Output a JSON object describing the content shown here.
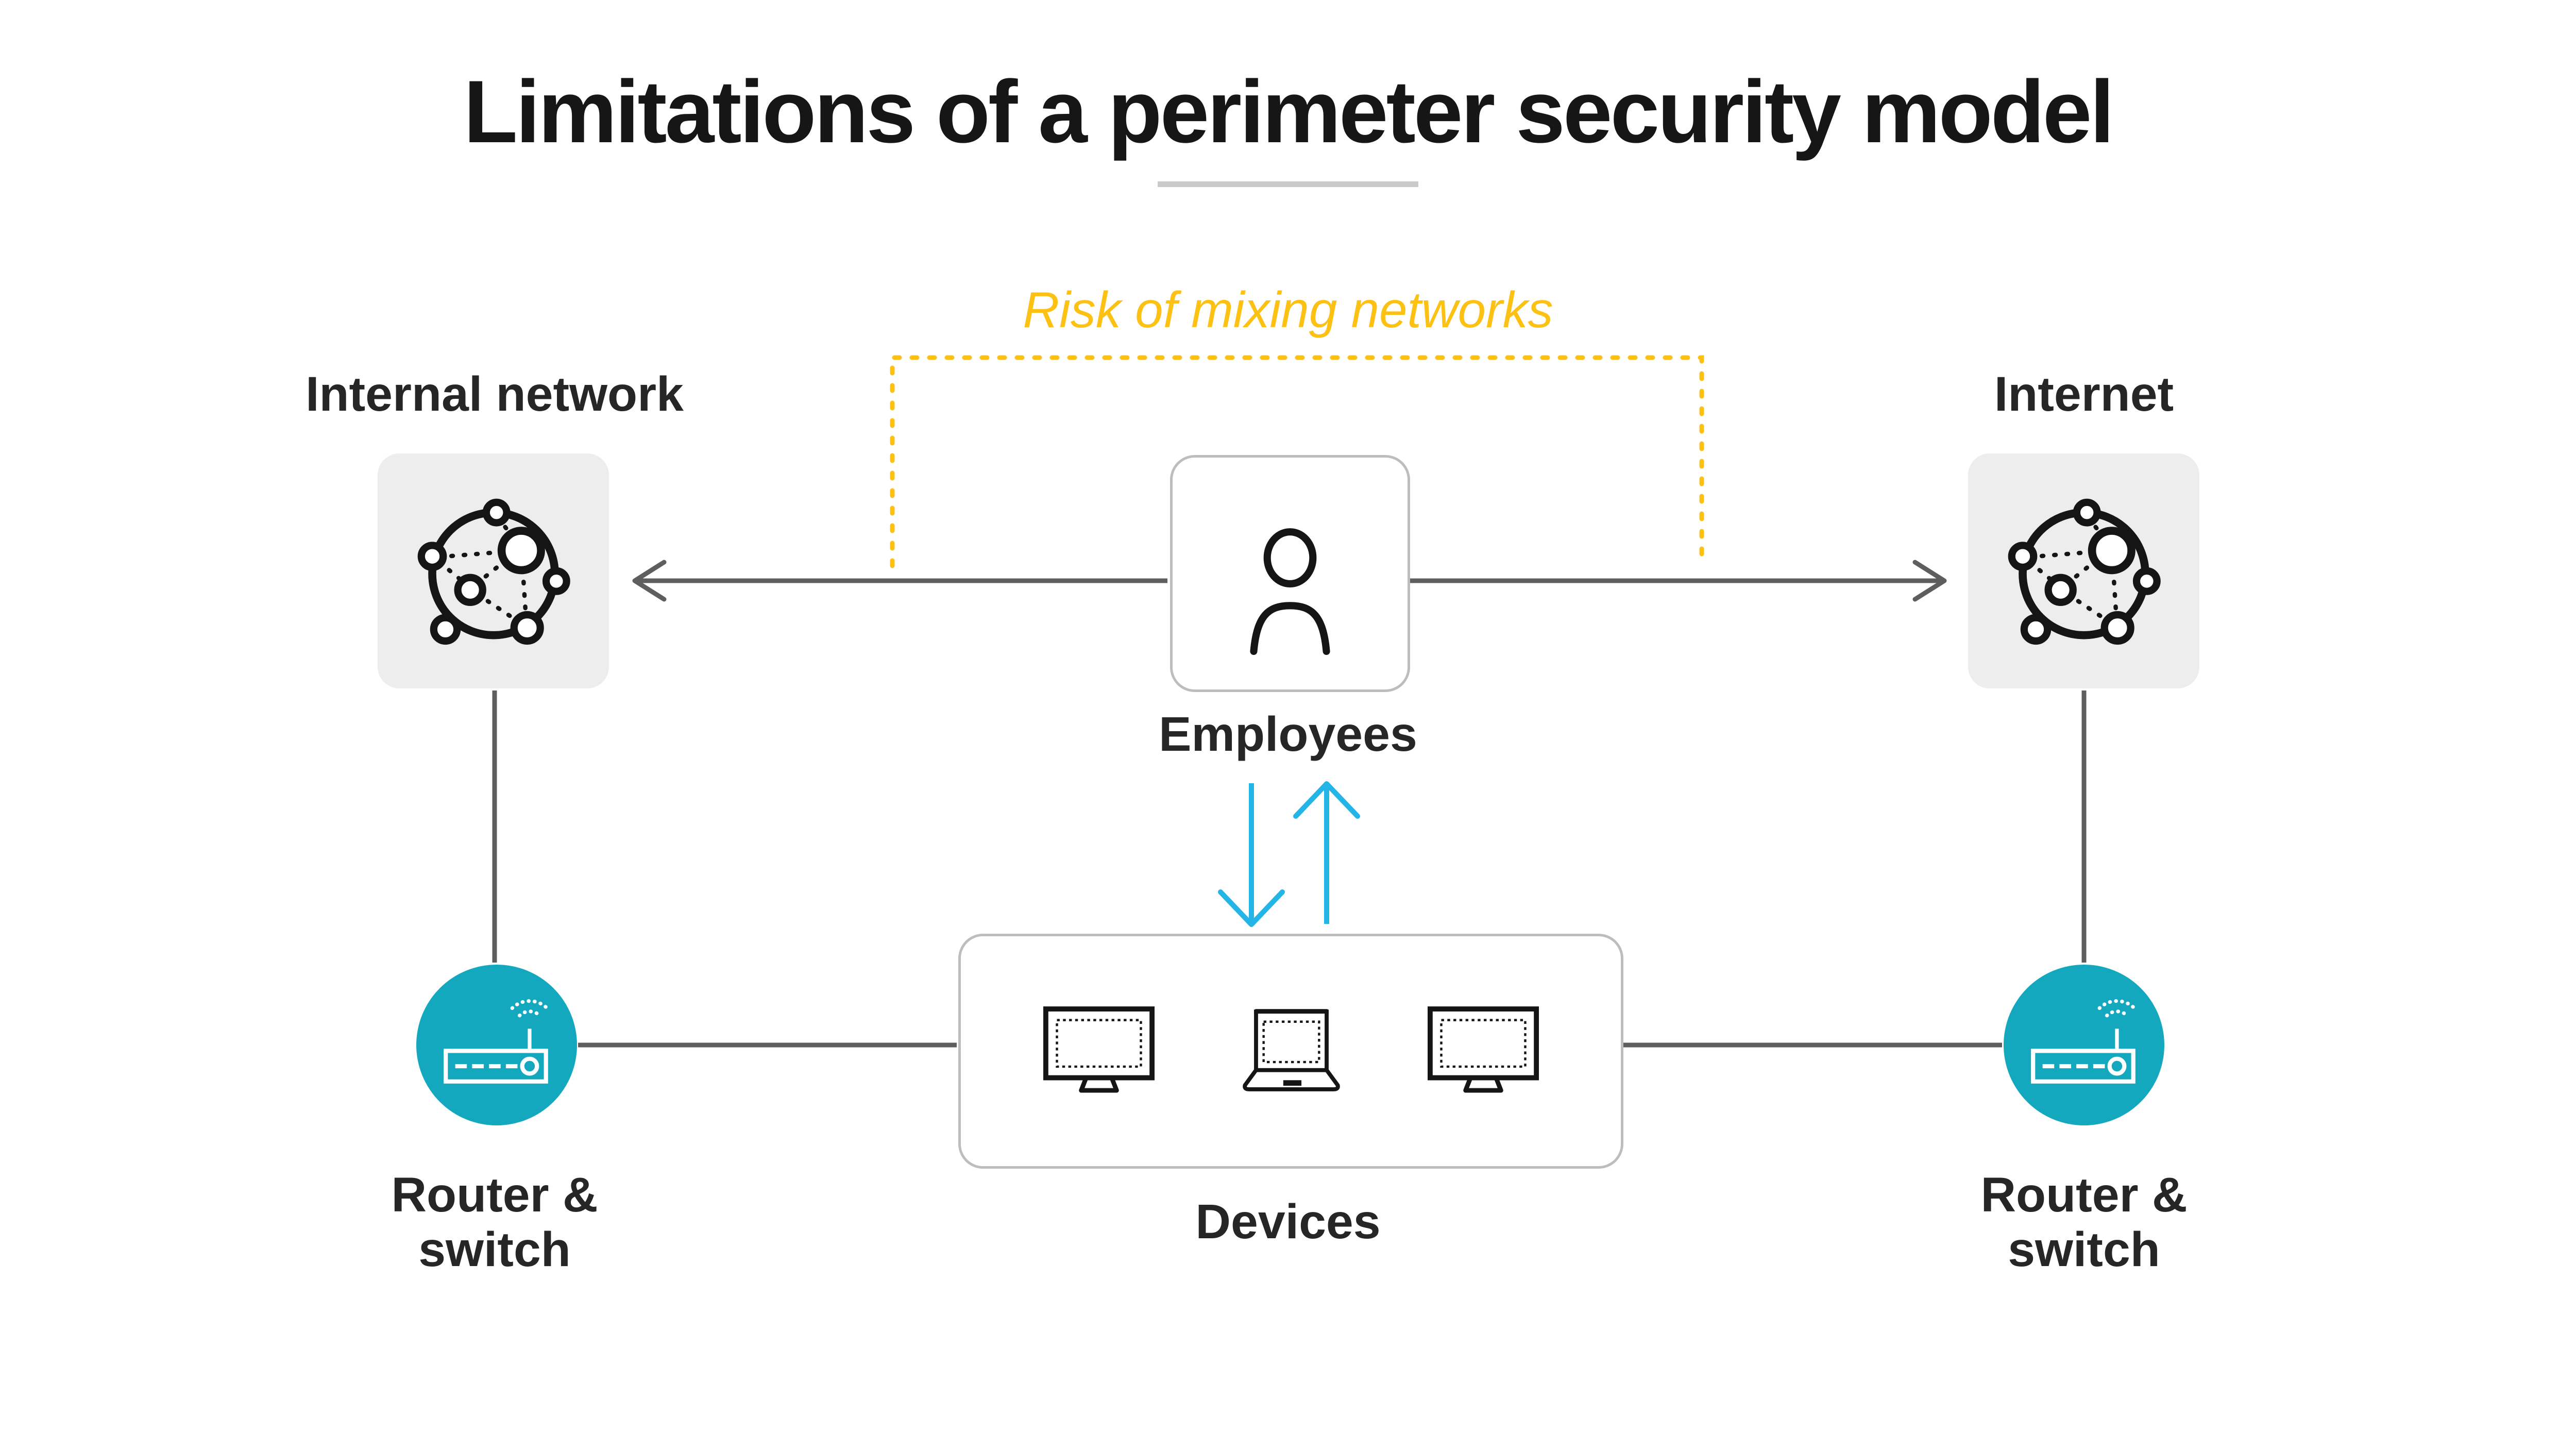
{
  "title": "Limitations of a perimeter security model",
  "risk_annotation": "Risk of mixing networks",
  "labels": {
    "internal_network": "Internal network",
    "internet": "Internet",
    "employees": "Employees",
    "devices": "Devices",
    "router_switch_left": "Router & switch",
    "router_switch_right": "Router & switch"
  },
  "icons": {
    "internal_network": "network-globe-icon",
    "internet": "network-globe-icon",
    "employees": "person-icon",
    "devices": [
      "monitor-icon",
      "laptop-icon",
      "monitor-icon"
    ],
    "router_switch": "wireless-router-icon"
  },
  "colors": {
    "risk_yellow": "#fcc113",
    "teal": "#14a8be",
    "cyan_arrow": "#23b5e6",
    "connector_gray": "#5e5e5e",
    "icon_black": "#151515",
    "gray_box_fill": "#ededed",
    "card_border": "#bdbdbd",
    "text": "#262626",
    "title_underline": "#c9c9c9",
    "background": "#ffffff"
  }
}
